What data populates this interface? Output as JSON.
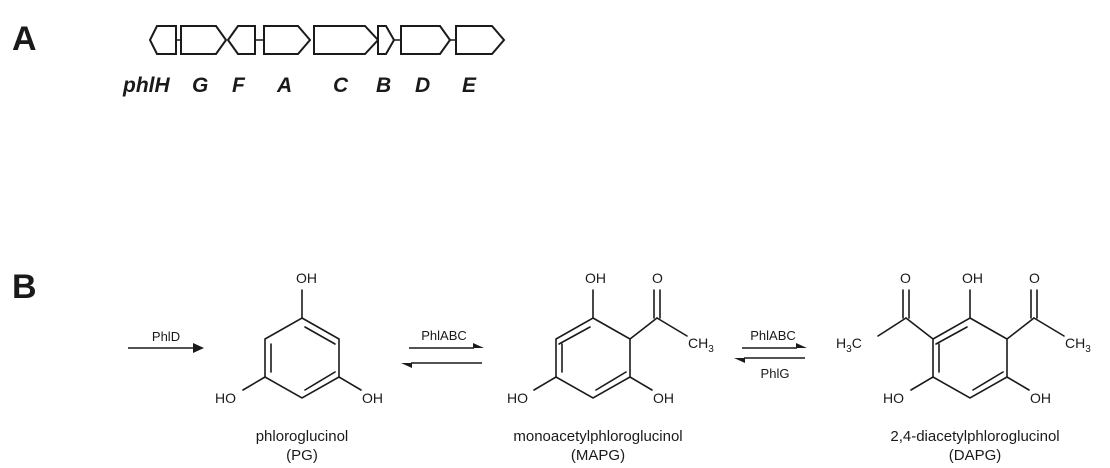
{
  "panel_labels": {
    "a": "A",
    "b": "B"
  },
  "gene_cluster": {
    "genes": [
      {
        "name": "phlH",
        "direction": "left"
      },
      {
        "name": "G",
        "direction": "right"
      },
      {
        "name": "F",
        "direction": "left"
      },
      {
        "name": "A",
        "direction": "right"
      },
      {
        "name": "C",
        "direction": "right"
      },
      {
        "name": "B",
        "direction": "right"
      },
      {
        "name": "D",
        "direction": "right"
      },
      {
        "name": "E",
        "direction": "right"
      }
    ]
  },
  "pathway": {
    "steps": [
      {
        "forward": "PhlD",
        "reverse": ""
      },
      {
        "forward": "PhlABC",
        "reverse": ""
      },
      {
        "forward": "PhlABC",
        "reverse": "PhlG"
      }
    ],
    "compounds": [
      {
        "name": "phloroglucinol",
        "abbr": "(PG)"
      },
      {
        "name": "monoacetylphloroglucinol",
        "abbr": "(MAPG)"
      },
      {
        "name": "2,4-diacetylphloroglucinol",
        "abbr": "(DAPG)"
      }
    ],
    "atoms": {
      "oh": "OH",
      "ho": "HO",
      "o": "O",
      "c": "CH",
      "h": "H",
      "three": "3",
      "cc": "C"
    }
  }
}
